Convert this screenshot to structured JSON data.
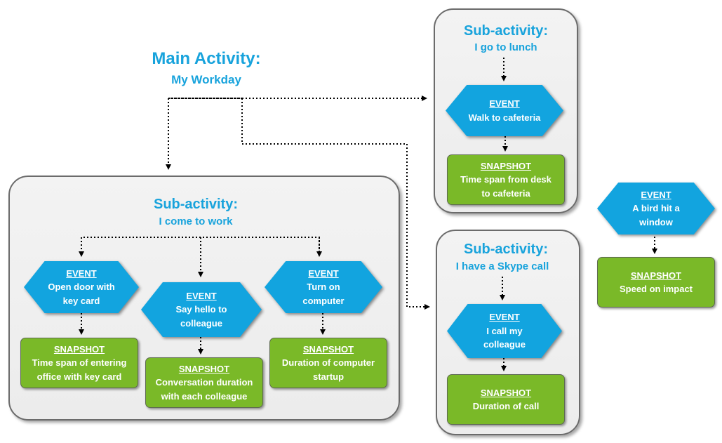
{
  "main": {
    "title": "Main Activity:",
    "subtitle": "My Workday"
  },
  "work": {
    "title": "Sub-activity:",
    "subtitle": "I come to work",
    "nodes": [
      {
        "event_label": "EVENT",
        "event_text": [
          "Open door with",
          "key card"
        ],
        "snapshot_label": "SNAPSHOT",
        "snapshot_text": [
          "Time span of entering",
          "office with key card"
        ]
      },
      {
        "event_label": "EVENT",
        "event_text": [
          "Say hello to",
          "colleague"
        ],
        "snapshot_label": "SNAPSHOT",
        "snapshot_text": [
          "Conversation duration",
          "with each colleague"
        ]
      },
      {
        "event_label": "EVENT",
        "event_text": [
          "Turn on",
          "computer"
        ],
        "snapshot_label": "SNAPSHOT",
        "snapshot_text": [
          "Duration of computer",
          "startup"
        ]
      }
    ]
  },
  "lunch": {
    "title": "Sub-activity:",
    "subtitle": "I go to lunch",
    "event_label": "EVENT",
    "event_text": [
      "Walk to cafeteria"
    ],
    "snapshot_label": "SNAPSHOT",
    "snapshot_text": [
      "Time span from desk",
      "to cafeteria"
    ]
  },
  "skype": {
    "title": "Sub-activity:",
    "subtitle": "I have a Skype call",
    "event_label": "EVENT",
    "event_text": [
      "I call my",
      "colleague"
    ],
    "snapshot_label": "SNAPSHOT",
    "snapshot_text": [
      "Duration of call"
    ]
  },
  "bird": {
    "event_label": "EVENT",
    "event_text": [
      "A bird hit a",
      "window"
    ],
    "snapshot_label": "SNAPSHOT",
    "snapshot_text": [
      "Speed on impact"
    ]
  },
  "colors": {
    "title": "#18a3dc",
    "event": "#12a4df",
    "snapshot": "#7ab928",
    "panel_border": "#6b6b6b"
  }
}
